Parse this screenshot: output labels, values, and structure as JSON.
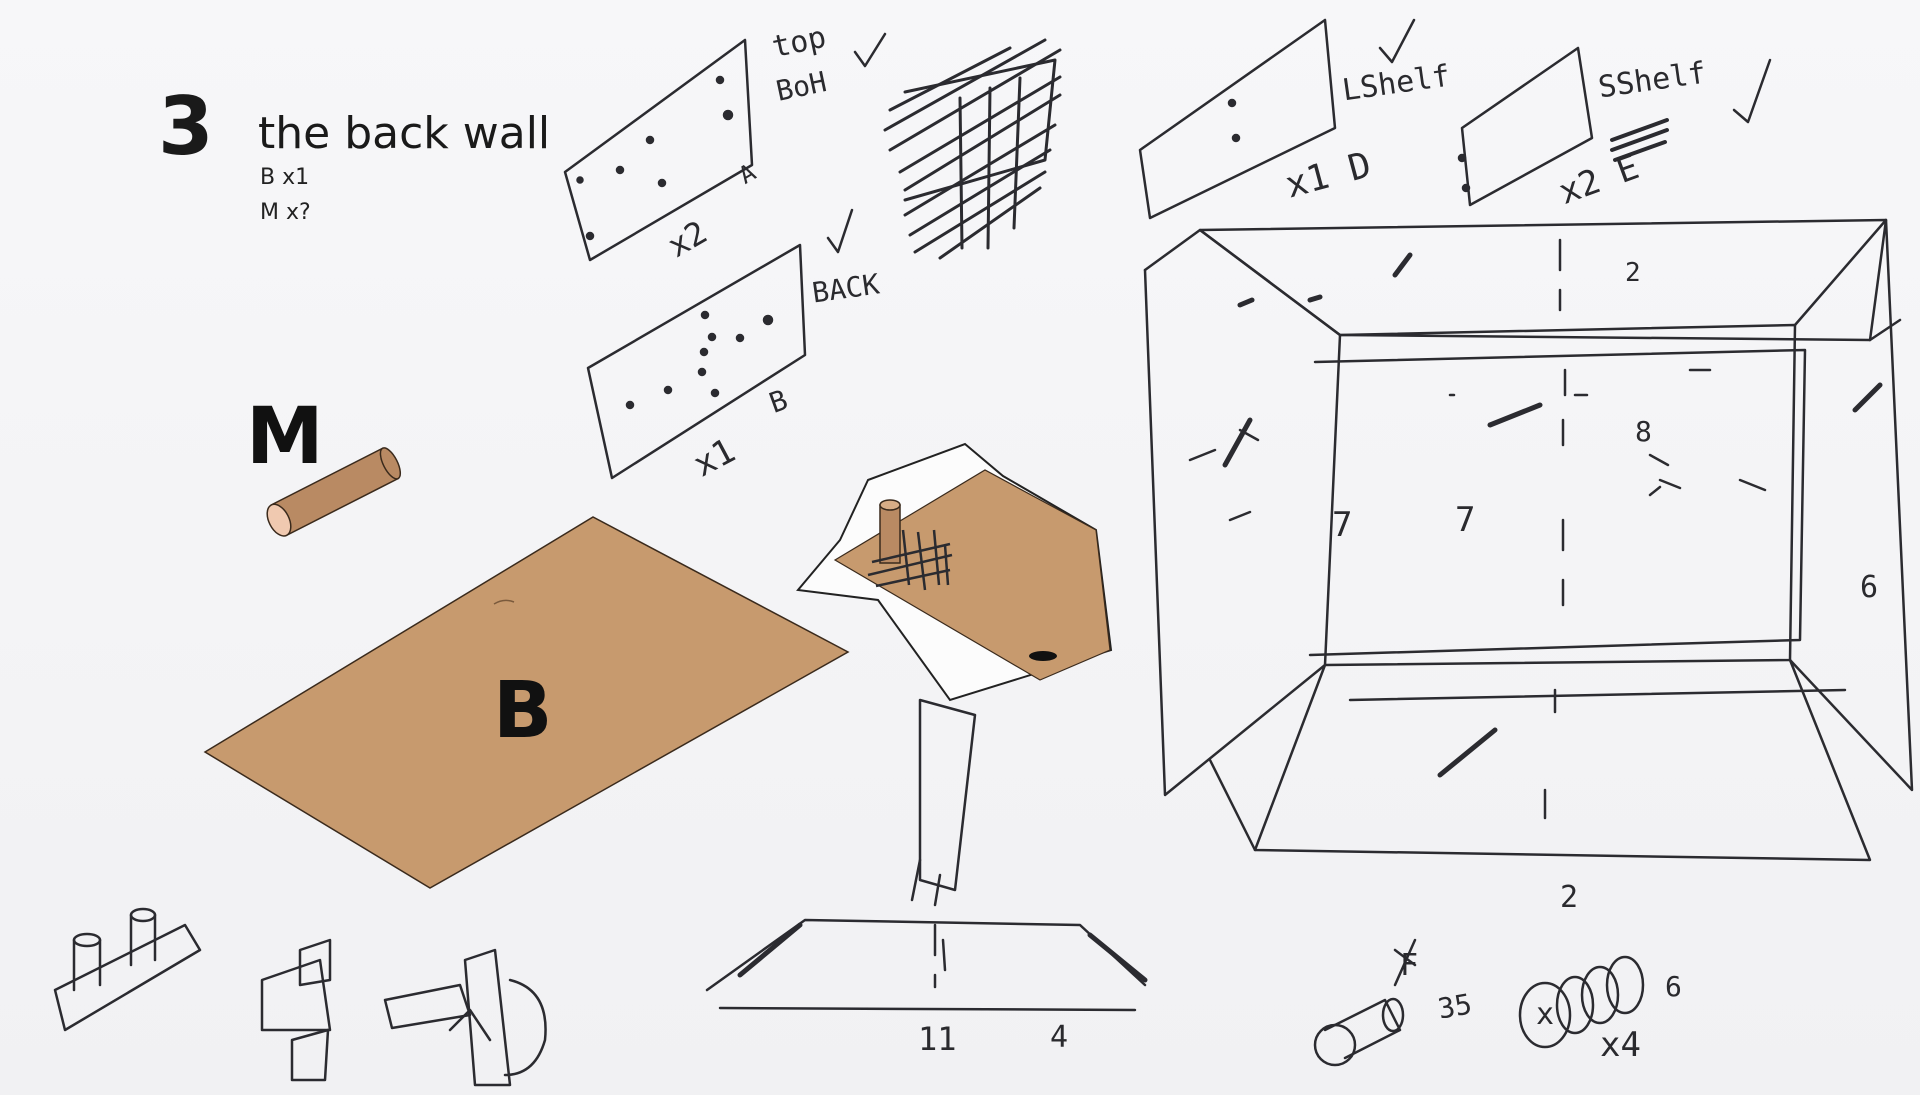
{
  "step": {
    "number": "3",
    "title": "the back wall",
    "quantities": [
      "B x1",
      "M x?"
    ]
  },
  "part_labels": {
    "m": "M",
    "b": "B"
  },
  "sketch_notes": {
    "top_bot": [
      "top",
      "BoH"
    ],
    "panel_a": "A",
    "x2": "x2",
    "back": "BACK",
    "panel_b": "B",
    "x1": "x1",
    "lshelf": "LShelf",
    "x1_d": "x1 D",
    "sshelf": "SShelf",
    "x2_e": "x2  E",
    "box_num_top": "2",
    "box_num_back": "8",
    "box_num_left_a": "7",
    "box_num_left_b": "7",
    "box_num_right": "6",
    "box_num_bottom": "2",
    "bottom_11": "11",
    "bottom_4": "4",
    "hw_f": "F",
    "hw_35": "35",
    "hw_x": "x",
    "hw_6": "6",
    "hw_x4": "x4"
  },
  "colors": {
    "board": "#c79a6e",
    "board_edge": "#3a2a1c",
    "dowel": "#b98a63",
    "dowel_end": "#f0c9b0",
    "ink": "#2b2b30"
  }
}
